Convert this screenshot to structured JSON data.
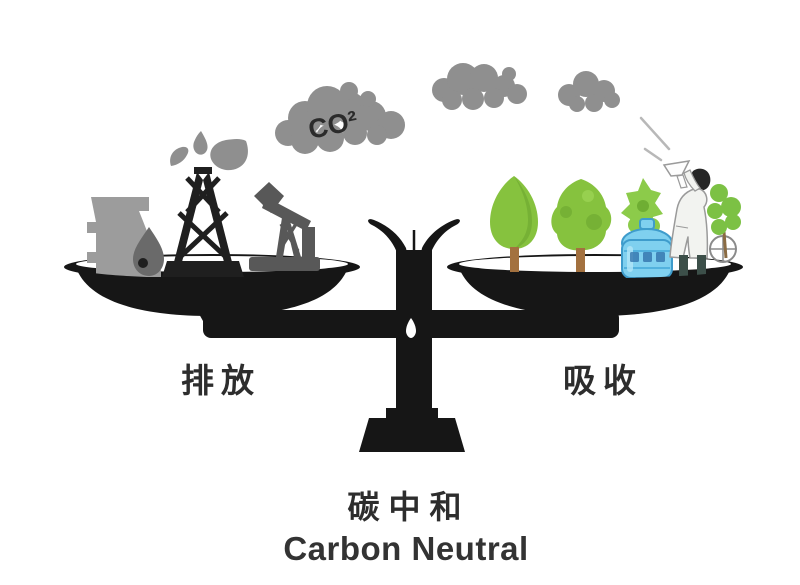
{
  "scene": {
    "co2_label": "CO²",
    "left_label": "排放",
    "right_label": "吸收",
    "title_cn": "碳中和",
    "title_en": "Carbon Neutral"
  },
  "icons": {
    "sky": [
      "co2-cloud-icon",
      "smoke-cloud-icon",
      "smoke-cloud-icon"
    ],
    "emission_pan": [
      "refinery-icon",
      "oil-drop-icon",
      "oil-derrick-icon",
      "pumpjack-icon"
    ],
    "absorption_pan": [
      "tree-icon",
      "tree-icon",
      "sapling-icon",
      "carbon-capture-tank-icon",
      "scientist-icon",
      "plant-wheel-icon",
      "sun-ray-lines-icon"
    ],
    "center": [
      "balance-scale-icon"
    ]
  },
  "colors": {
    "background": "#ffffff",
    "scale_black": "#161616",
    "cloud_gray": "#8f8f8f",
    "industry_gray": "#9c9c9c",
    "oil_drop_gray": "#6a6a6a",
    "pumpjack_gray": "#585858",
    "tree_green": "#86c23e",
    "tree_green_dark": "#76b135",
    "trunk_brown": "#a3713f",
    "tank_blue": "#7fd0ef",
    "tank_blue_dark": "#3e9ccc",
    "coat_white": "#f2f3f0",
    "text_dark": "#2d2d2d"
  }
}
